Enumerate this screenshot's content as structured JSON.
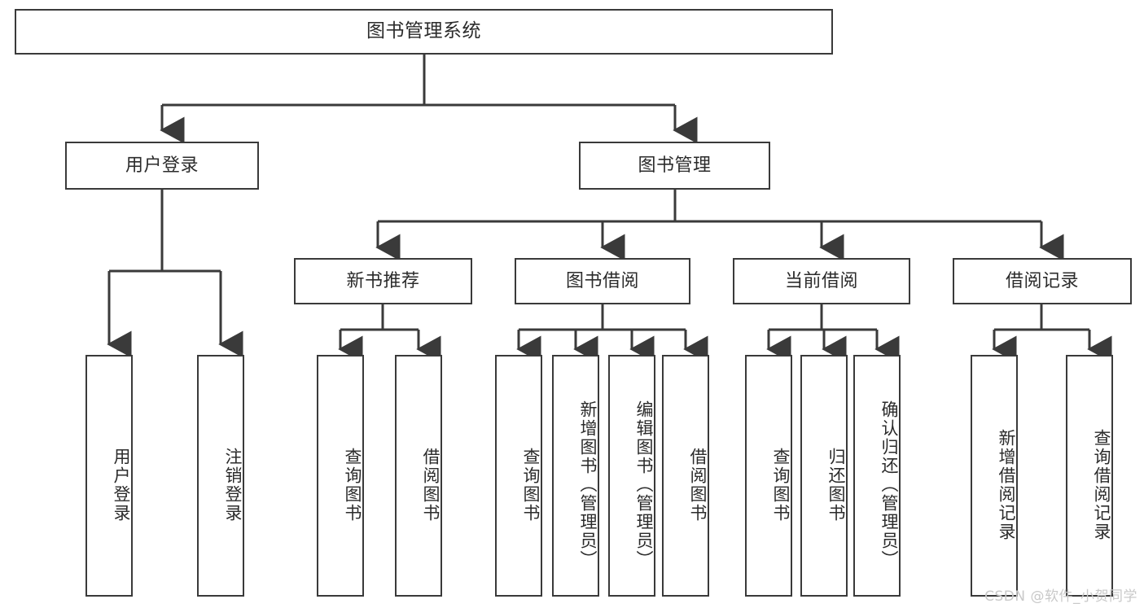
{
  "diagram": {
    "title": "图书管理系统",
    "watermark": "CSDN @软件_小贺同学",
    "colors": {
      "background": "#ffffff",
      "stroke": "#3a3a3a",
      "text": "#2b2b2b",
      "watermark": "#c9c9c9"
    },
    "levels": {
      "root": {
        "label": "图书管理系统"
      },
      "level1": [
        {
          "label": "用户登录"
        },
        {
          "label": "图书管理"
        }
      ],
      "level2": [
        {
          "label": "新书推荐"
        },
        {
          "label": "图书借阅"
        },
        {
          "label": "当前借阅"
        },
        {
          "label": "借阅记录"
        }
      ],
      "leaves_user_login": [
        {
          "label": "用户登录"
        },
        {
          "label": "注销登录"
        }
      ],
      "leaves_new_book": [
        {
          "label": "查询图书"
        },
        {
          "label": "借阅图书"
        }
      ],
      "leaves_borrow": [
        {
          "label": "查询图书"
        },
        {
          "label": "新增图书（管理员）"
        },
        {
          "label": "编辑图书（管理员）"
        },
        {
          "label": "借阅图书"
        }
      ],
      "leaves_current": [
        {
          "label": "查询图书"
        },
        {
          "label": "归还图书"
        },
        {
          "label": "确认归还（管理员）"
        }
      ],
      "leaves_record": [
        {
          "label": "新增借阅记录"
        },
        {
          "label": "查询借阅记录"
        }
      ]
    }
  }
}
